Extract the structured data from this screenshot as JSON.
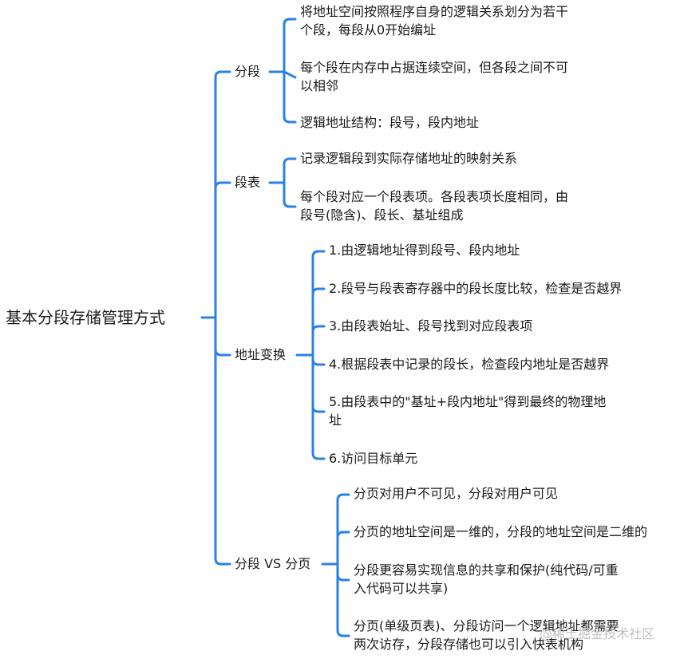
{
  "root": "基本分段存储管理方式",
  "branches": [
    {
      "label": "分段",
      "items": [
        [
          "将地址空间按照程序自身的逻辑关系划分为若干",
          "个段，每段从0开始编址"
        ],
        [
          "每个段在内存中占据连续空间，但各段之间不可",
          "以相邻"
        ],
        [
          "逻辑地址结构：段号，段内地址"
        ]
      ]
    },
    {
      "label": "段表",
      "items": [
        [
          "记录逻辑段到实际存储地址的映射关系"
        ],
        [
          "每个段对应一个段表项。各段表项长度相同，由",
          "段号(隐含)、段长、基址组成"
        ]
      ]
    },
    {
      "label": "地址变换",
      "items": [
        [
          "1.由逻辑地址得到段号、段内地址"
        ],
        [
          "2.段号与段表寄存器中的段长度比较，检查是否越界"
        ],
        [
          "3.由段表始址、段号找到对应段表项"
        ],
        [
          "4.根据段表中记录的段长，检查段内地址是否越界"
        ],
        [
          "5.由段表中的\"基址+段内地址\"得到最终的物理地",
          "址"
        ],
        [
          "6.访问目标单元"
        ]
      ]
    },
    {
      "label": "分段 VS 分页",
      "items": [
        [
          "分页对用户不可见，分段对用户可见"
        ],
        [
          "分页的地址空间是一维的，分段的地址空间是二维的"
        ],
        [
          "分段更容易实现信息的共享和保护(纯代码/可重",
          "入代码可以共享)"
        ],
        [
          "分页(单级页表)、分段访问一个逻辑地址都需要",
          "两次访存，分段存储也可以引入快表机构"
        ]
      ]
    }
  ],
  "watermark": "@稀土掘金技术社区",
  "colors": {
    "line": "#2a82e4",
    "text": "#1a1a1a"
  }
}
